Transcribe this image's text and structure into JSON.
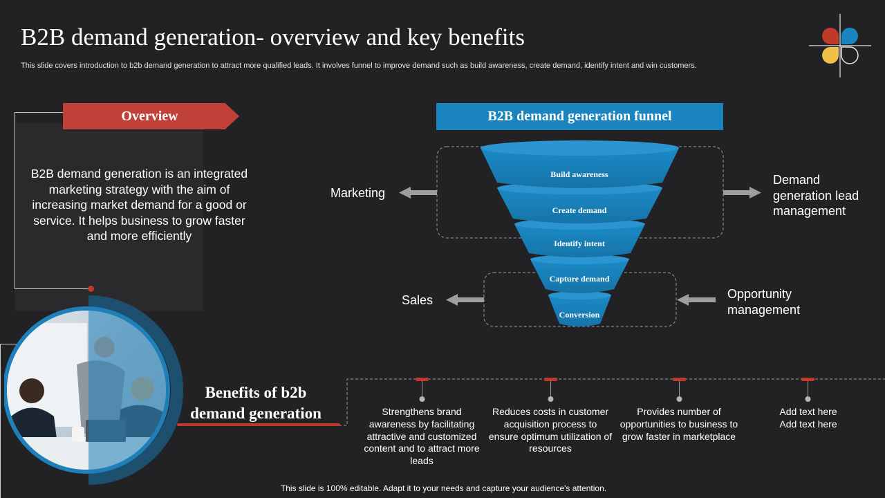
{
  "header": {
    "title": "B2B demand generation- overview and key benefits",
    "subtitle": "This slide covers introduction to b2b demand generation to attract more qualified leads. It involves funnel to improve demand such as build awareness, create demand, identify intent and win customers."
  },
  "overview": {
    "tab_label": "Overview",
    "text": "B2B demand generation is an integrated marketing strategy with the aim of increasing market demand for a good or service. It helps business to grow faster and more efficiently"
  },
  "funnel": {
    "header": "B2B demand generation funnel",
    "stages": [
      "Build awareness",
      "Create demand",
      "Identify intent",
      "Capture demand",
      "Conversion"
    ],
    "left_top": "Marketing",
    "left_bottom": "Sales",
    "right_top": "Demand generation lead management",
    "right_bottom": "Opportunity management"
  },
  "benefits": {
    "title": "Benefits of  b2b demand generation",
    "items": [
      "Strengthens brand awareness by facilitating attractive  and customized content  and to attract more leads",
      "Reduces costs in customer acquisition process  to ensure optimum utilization of resources",
      "Provides number of opportunities to business to grow  faster in marketplace",
      "Add text here Add text here"
    ]
  },
  "footer": "This slide is 100% editable. Adapt it to your needs and capture your audience's attention.",
  "colors": {
    "background": "#222224",
    "accent_red": "#c0392b",
    "funnel_blue": "#1a84be",
    "logo_red": "#c0392b",
    "logo_blue": "#1a84be",
    "logo_yellow": "#f0c04a"
  }
}
